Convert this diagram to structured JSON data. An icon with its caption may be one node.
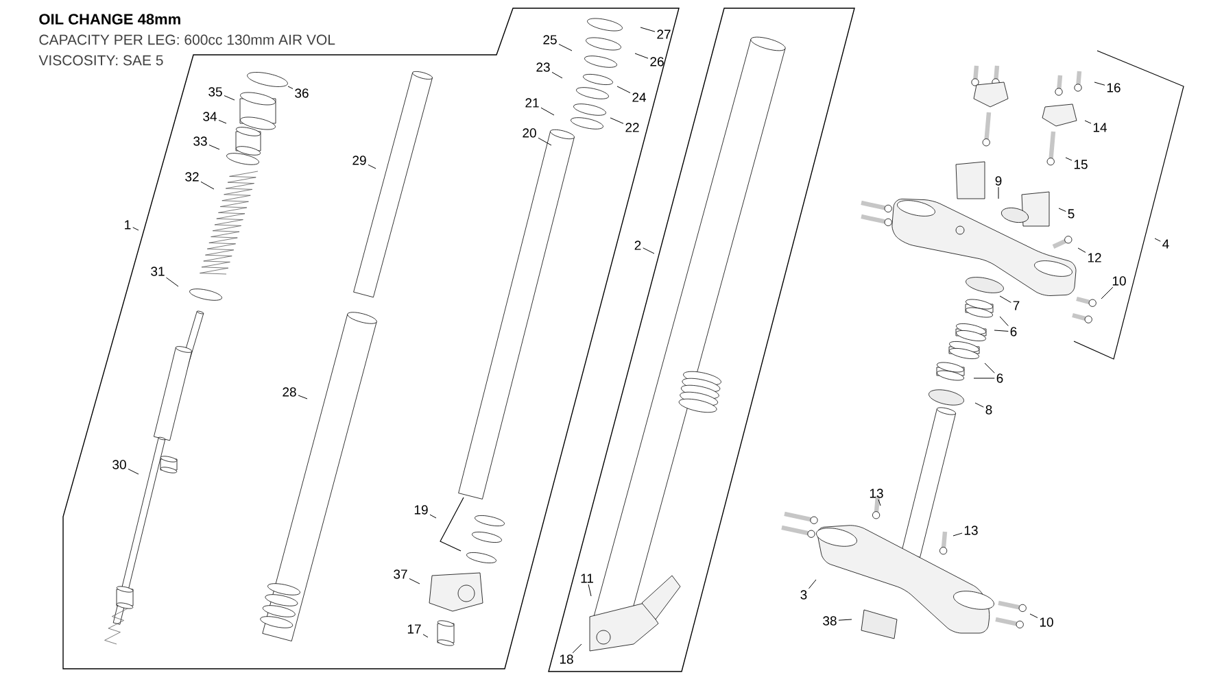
{
  "diagram": {
    "title": "OIL CHANGE 48mm",
    "nodes": [
      {
        "text": [
          "1"
        ]
      },
      {
        "text": [
          "2"
        ]
      },
      {
        "text": [
          "3"
        ]
      },
      {
        "text": [
          "4"
        ]
      },
      {
        "text": [
          "5"
        ]
      },
      {
        "text": [
          "6"
        ]
      },
      {
        "text": [
          "6"
        ]
      },
      {
        "text": [
          "7"
        ]
      },
      {
        "text": [
          "8"
        ]
      },
      {
        "text": [
          "9"
        ]
      },
      {
        "text": [
          "10"
        ]
      },
      {
        "text": [
          "10"
        ]
      },
      {
        "text": [
          "11"
        ]
      },
      {
        "text": [
          "12"
        ]
      },
      {
        "text": [
          "13"
        ]
      },
      {
        "text": [
          "13"
        ]
      },
      {
        "text": [
          "14"
        ]
      },
      {
        "text": [
          "15"
        ]
      },
      {
        "text": [
          "16"
        ]
      },
      {
        "text": [
          "17"
        ]
      },
      {
        "text": [
          "18"
        ]
      },
      {
        "text": [
          "19"
        ]
      },
      {
        "text": [
          "20"
        ]
      },
      {
        "text": [
          "21"
        ]
      },
      {
        "text": [
          "22"
        ]
      },
      {
        "text": [
          "23"
        ]
      },
      {
        "text": [
          "24"
        ]
      },
      {
        "text": [
          "25"
        ]
      },
      {
        "text": [
          "26"
        ]
      },
      {
        "text": [
          "27"
        ]
      },
      {
        "text": [
          "28"
        ]
      },
      {
        "text": [
          "29"
        ]
      },
      {
        "text": [
          "30"
        ]
      },
      {
        "text": [
          "31"
        ]
      },
      {
        "text": [
          "32"
        ]
      },
      {
        "text": [
          "33"
        ]
      },
      {
        "text": [
          "34"
        ]
      },
      {
        "text": [
          "35"
        ]
      },
      {
        "text": [
          "36"
        ]
      },
      {
        "text": [
          "37"
        ]
      },
      {
        "text": [
          "38"
        ]
      }
    ],
    "edges": [
      {
        "from": 0,
        "to": null,
        "arrow": "none"
      },
      {
        "from": 1,
        "to": null,
        "arrow": "none"
      },
      {
        "from": 2,
        "to": null,
        "arrow": "none"
      },
      {
        "from": 3,
        "to": null,
        "arrow": "none"
      },
      {
        "from": 4,
        "to": null,
        "arrow": "none"
      },
      {
        "from": 5,
        "to": null,
        "arrow": "none"
      },
      {
        "from": 5,
        "to": null,
        "arrow": "none"
      },
      {
        "from": 6,
        "to": null,
        "arrow": "none"
      },
      {
        "from": 6,
        "to": null,
        "arrow": "none"
      },
      {
        "from": 7,
        "to": null,
        "arrow": "none"
      },
      {
        "from": 8,
        "to": null,
        "arrow": "none"
      },
      {
        "from": 9,
        "to": null,
        "arrow": "none"
      },
      {
        "from": 10,
        "to": null,
        "arrow": "none"
      },
      {
        "from": 11,
        "to": null,
        "arrow": "none"
      },
      {
        "from": 12,
        "to": null,
        "arrow": "none"
      },
      {
        "from": 13,
        "to": null,
        "arrow": "none"
      },
      {
        "from": 14,
        "to": null,
        "arrow": "none"
      },
      {
        "from": 15,
        "to": null,
        "arrow": "none"
      },
      {
        "from": 16,
        "to": null,
        "arrow": "none"
      },
      {
        "from": 17,
        "to": null,
        "arrow": "none"
      },
      {
        "from": 18,
        "to": null,
        "arrow": "none"
      },
      {
        "from": 19,
        "to": null,
        "arrow": "none"
      },
      {
        "from": 20,
        "to": null,
        "arrow": "none"
      },
      {
        "from": 21,
        "to": null,
        "arrow": "none"
      },
      {
        "from": 22,
        "to": null,
        "arrow": "none"
      },
      {
        "from": 23,
        "to": null,
        "arrow": "none"
      },
      {
        "from": 24,
        "to": null,
        "arrow": "none"
      },
      {
        "from": 25,
        "to": null,
        "arrow": "none"
      },
      {
        "from": 26,
        "to": null,
        "arrow": "none"
      },
      {
        "from": 27,
        "to": null,
        "arrow": "none"
      },
      {
        "from": 28,
        "to": null,
        "arrow": "none"
      },
      {
        "from": 29,
        "to": null,
        "arrow": "none"
      },
      {
        "from": 30,
        "to": null,
        "arrow": "none"
      },
      {
        "from": 31,
        "to": null,
        "arrow": "none"
      },
      {
        "from": 32,
        "to": null,
        "arrow": "none"
      },
      {
        "from": 33,
        "to": null,
        "arrow": "none"
      },
      {
        "from": 34,
        "to": null,
        "arrow": "none"
      },
      {
        "from": 35,
        "to": null,
        "arrow": "none"
      },
      {
        "from": 36,
        "to": null,
        "arrow": "none"
      },
      {
        "from": 37,
        "to": null,
        "arrow": "none"
      },
      {
        "from": 38,
        "to": null,
        "arrow": "none"
      },
      {
        "from": 39,
        "to": null,
        "arrow": "none"
      },
      {
        "from": 40,
        "to": null,
        "arrow": "none"
      }
    ],
    "labels": [
      "CAPACITY PER LEG: 600cc 130mm AIR VOL",
      "VISCOSITY: SAE 5"
    ]
  }
}
